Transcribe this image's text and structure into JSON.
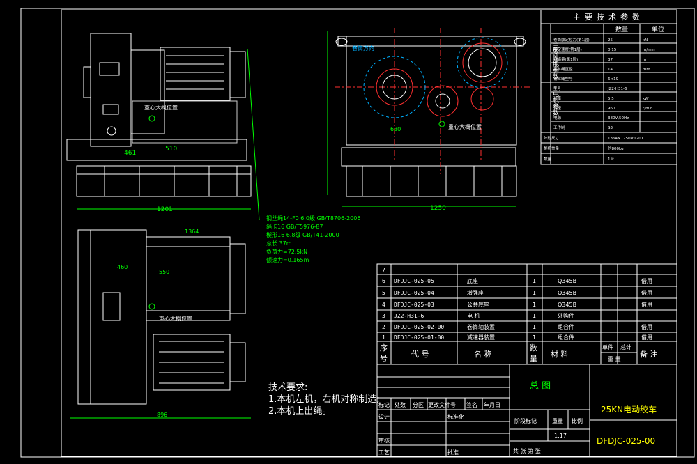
{
  "front_view": {
    "dim_460": "461",
    "dim_510": "510",
    "dim_1200": "1201",
    "cog_label": "重心大概位置"
  },
  "front_notes": [
    "钢丝绳14-F0 6.0级 GB/T8706-2006",
    "绳卡16 GB/T5976-87",
    "楔形16 6.8级 GB/T41-2000",
    "总长 37m",
    "负荷力=72.5kN",
    "额速力=0.165m"
  ],
  "side_view": {
    "rotation_label": "卷筒方向",
    "dim_1250": "1250",
    "dim_630": "630",
    "cog_label": "重心大概位置"
  },
  "top_view": {
    "dim_1364": "1364",
    "dim_460": "460",
    "dim_550": "550",
    "cog_label": "重心大概位置",
    "dim_bottom": "896"
  },
  "tech_requirements": {
    "title": "技术要求:",
    "items": [
      "1.本机左机，右机对称制造;",
      "2.本机上出绳。"
    ]
  },
  "spec_table": {
    "title": "主要技术参数",
    "col_value": "数量",
    "col_unit": "单位",
    "group_main": "主要性能参数",
    "group_motor": "电机参数",
    "rows": [
      {
        "param": "卷筒额定拉力(第1层)",
        "value": "25",
        "unit": "kN"
      },
      {
        "param": "额定速度(第1层)",
        "value": "0.15",
        "unit": "m/min"
      },
      {
        "param": "容绳量(第1层)",
        "value": "37",
        "unit": "m"
      },
      {
        "param": "钢丝绳直径",
        "value": "14",
        "unit": "mm"
      },
      {
        "param": "钢丝绳型号",
        "value": "6×19",
        "unit": ""
      },
      {
        "param": "型号",
        "value": "JZ2-H31-6"
      },
      {
        "param": "功率",
        "value": "5.5",
        "unit": "kW"
      },
      {
        "param": "转速",
        "value": "960",
        "unit": "r/min"
      },
      {
        "param": "电源",
        "value": "380V,50Hz",
        "unit": ""
      },
      {
        "param": "工作制",
        "value": "S3",
        "unit": ""
      },
      {
        "param": "外形尺寸",
        "value": "1364×1250×1201"
      },
      {
        "param": "整机重量",
        "value": "约800kg"
      },
      {
        "param": "数量",
        "value": "1台"
      }
    ]
  },
  "parts": {
    "header_top": "7",
    "rows": [
      {
        "no": "6",
        "code": "DFDJC-025-05",
        "name": "底座",
        "qty": "1",
        "material": "Q345B",
        "note": "借用"
      },
      {
        "no": "5",
        "code": "DFDJC-025-04",
        "name": "增强座",
        "qty": "1",
        "material": "Q345B",
        "note": "借用"
      },
      {
        "no": "4",
        "code": "DFDJC-025-03",
        "name": "公共底座",
        "qty": "1",
        "material": "Q345B",
        "note": "借用"
      },
      {
        "no": "3",
        "code": "JZ2-H31-6",
        "name": "电 机",
        "qty": "1",
        "material": "外购件",
        "note": ""
      },
      {
        "no": "2",
        "code": "DFDJC-025-02-00",
        "name": "卷筒轴装置",
        "qty": "1",
        "material": "组合件",
        "note": "借用"
      },
      {
        "no": "1",
        "code": "DFDJC-025-01-00",
        "name": "减速器装置",
        "qty": "1",
        "material": "组合件",
        "note": "借用"
      }
    ],
    "header": {
      "no_top": "序",
      "no_bottom": "号",
      "code": "代  号",
      "name": "名  称",
      "qty_top": "数",
      "qty_bottom": "量",
      "material": "材  料",
      "unit_weight": "单件",
      "total_weight": "总计",
      "weight": "重 量",
      "remark": "备 注"
    }
  },
  "title_block": {
    "drawing_type": "总 图",
    "product_name": "25KN电动绞车",
    "drawing_number": "DFDJC-025-00",
    "labels": {
      "mark": "标记",
      "count": "处数",
      "zone": "分区",
      "change_doc": "更改文件号",
      "signature": "签名",
      "date": "年月日",
      "design": "设计",
      "standardization": "标准化",
      "review": "审核",
      "process": "工艺",
      "approve": "批准",
      "stage": "阶段标记",
      "weight": "重量",
      "scale": "比例"
    },
    "scale_value": "1:17",
    "sheets": "共   张  第   张"
  }
}
